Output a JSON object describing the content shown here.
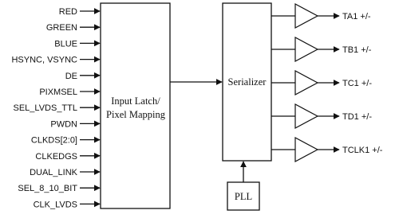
{
  "inputs": [
    "RED",
    "GREEN",
    "BLUE",
    "HSYNC, VSYNC",
    "DE",
    "PIXMSEL",
    "SEL_LVDS_TTL",
    "PWDN",
    "CLKDS[2:0]",
    "CLKEDGS",
    "DUAL_LINK",
    "SEL_8_10_BIT",
    "CLK_LVDS"
  ],
  "blocks": {
    "latch": [
      "Input Latch/",
      "Pixel Mapping"
    ],
    "serializer": "Serializer",
    "pll": "PLL"
  },
  "outputs": [
    "TA1 +/-",
    "TB1 +/-",
    "TC1 +/-",
    "TD1 +/-",
    "TCLK1 +/-"
  ]
}
